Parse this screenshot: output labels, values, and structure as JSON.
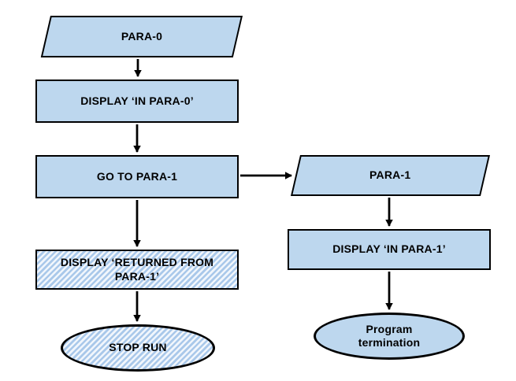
{
  "diagram_type": "flowchart",
  "colors": {
    "background": "#FFFFFF",
    "node_fill": "#BDD7EE",
    "node_border": "#000000",
    "hatch_stripe": "#A9C8EA",
    "hatch_bg": "#F1F6FC",
    "arrow": "#000000",
    "text": "#000000"
  },
  "nodes": {
    "para0": {
      "label": "PARA-0",
      "shape": "parallelogram",
      "hatched": false
    },
    "display_in_para0": {
      "label": "DISPLAY ‘IN PARA-0’",
      "shape": "rectangle",
      "hatched": false
    },
    "go_to_para1": {
      "label": "GO TO PARA-1",
      "shape": "rectangle",
      "hatched": false
    },
    "display_returned_from_para1": {
      "label": "DISPLAY ‘RETURNED FROM PARA-1’",
      "shape": "rectangle",
      "hatched": true
    },
    "stop_run": {
      "label": "STOP RUN",
      "shape": "ellipse",
      "hatched": true
    },
    "para1": {
      "label": "PARA-1",
      "shape": "parallelogram",
      "hatched": false
    },
    "display_in_para1": {
      "label": "DISPLAY ‘IN PARA-1’",
      "shape": "rectangle",
      "hatched": false
    },
    "program_termination": {
      "label": "Program termination",
      "shape": "ellipse",
      "hatched": false
    }
  },
  "edges": [
    {
      "from": "para0",
      "to": "display_in_para0",
      "direction": "down"
    },
    {
      "from": "display_in_para0",
      "to": "go_to_para1",
      "direction": "down"
    },
    {
      "from": "go_to_para1",
      "to": "display_returned_from_para1",
      "direction": "down"
    },
    {
      "from": "display_returned_from_para1",
      "to": "stop_run",
      "direction": "down"
    },
    {
      "from": "go_to_para1",
      "to": "para1",
      "direction": "right"
    },
    {
      "from": "para1",
      "to": "display_in_para1",
      "direction": "down"
    },
    {
      "from": "display_in_para1",
      "to": "program_termination",
      "direction": "down"
    }
  ]
}
